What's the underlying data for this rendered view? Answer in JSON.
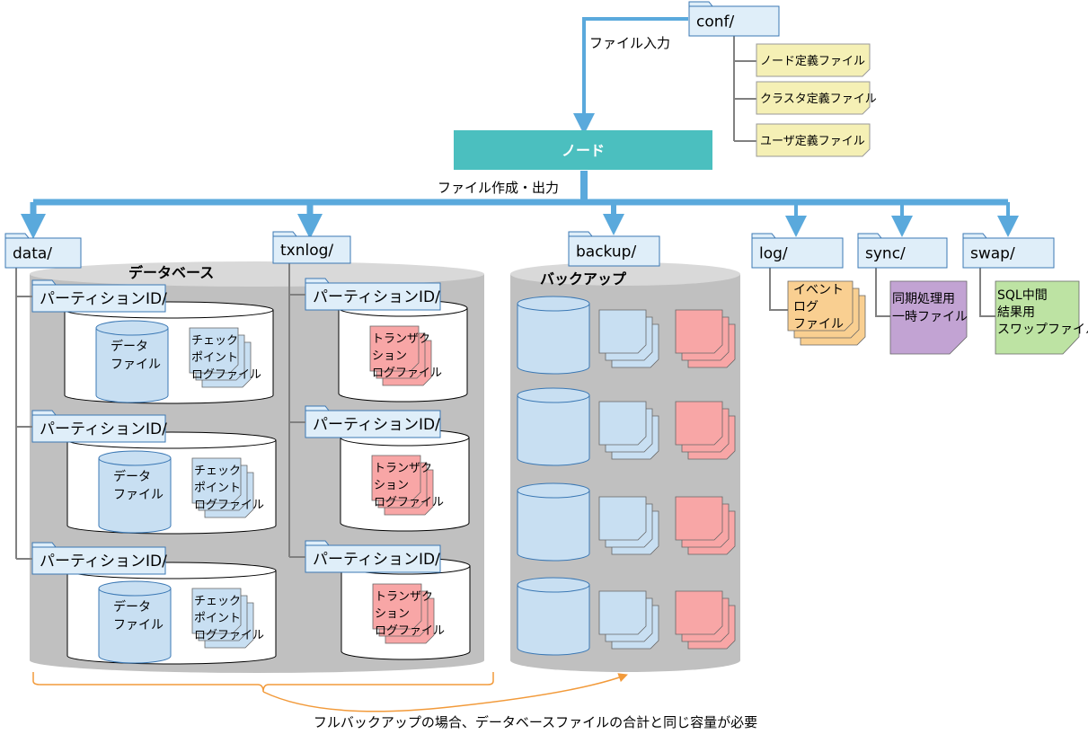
{
  "conf": {
    "folder": "conf/",
    "input_label": "ファイル入力",
    "files": [
      "ノード定義ファイル",
      "クラスタ定義ファイル",
      "ユーザ定義ファイル"
    ]
  },
  "node": {
    "label": "ノード",
    "output_label": "ファイル作成・出力"
  },
  "data_dir": {
    "folder": "data/",
    "title": "データベース",
    "partition_label": "パーティションID/",
    "db_file_lines": [
      "データ",
      "ファイル"
    ],
    "checkpoint_lines": [
      "チェック",
      "ポイント",
      "ログファイル"
    ]
  },
  "txnlog_dir": {
    "folder": "txnlog/",
    "partition_label": "パーティションID/",
    "txn_lines": [
      "トランザク",
      "ション",
      "ログファイル"
    ]
  },
  "backup_dir": {
    "folder": "backup/",
    "title": "バックアップ"
  },
  "log_dir": {
    "folder": "log/",
    "file_lines": [
      "イベント",
      "ログ",
      "ファイル"
    ]
  },
  "sync_dir": {
    "folder": "sync/",
    "file_lines": [
      "同期処理用",
      "一時ファイル"
    ]
  },
  "swap_dir": {
    "folder": "swap/",
    "file_lines": [
      "SQL中間",
      "結果用",
      "スワップファイル"
    ]
  },
  "note": "フルバックアップの場合、データベースファイルの合計と同じ容量が必要",
  "colors": {
    "arrow": "#5aa9dc",
    "node_fill": "#4bbfbf",
    "folder_fill": "#dfeef9",
    "folder_stroke": "#3b78b4",
    "cylinder_fill": "#c0c0c0",
    "db_fill": "#c8dff2",
    "pink_fill": "#f8a6a6",
    "conf_file_fill": "#f5f0b5",
    "log_file_fill": "#f9cf91",
    "sync_file_fill": "#c2a3d3",
    "swap_file_fill": "#bde3a3",
    "brace": "#f29a3a"
  }
}
